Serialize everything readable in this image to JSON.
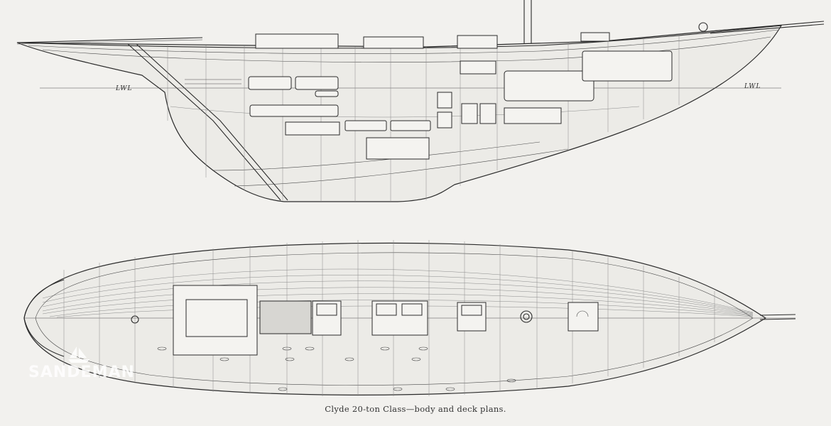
{
  "caption": "Clyde 20-ton Class—body and deck plans.",
  "profile": {
    "waterline_label_aft": "LWL",
    "waterline_label_fwd": "LWL"
  },
  "watermark": {
    "text": "SANDEMAN",
    "icon": "ship-icon"
  },
  "colors": {
    "paper": "#f2f1ee",
    "ink": "#2b2b2b"
  }
}
